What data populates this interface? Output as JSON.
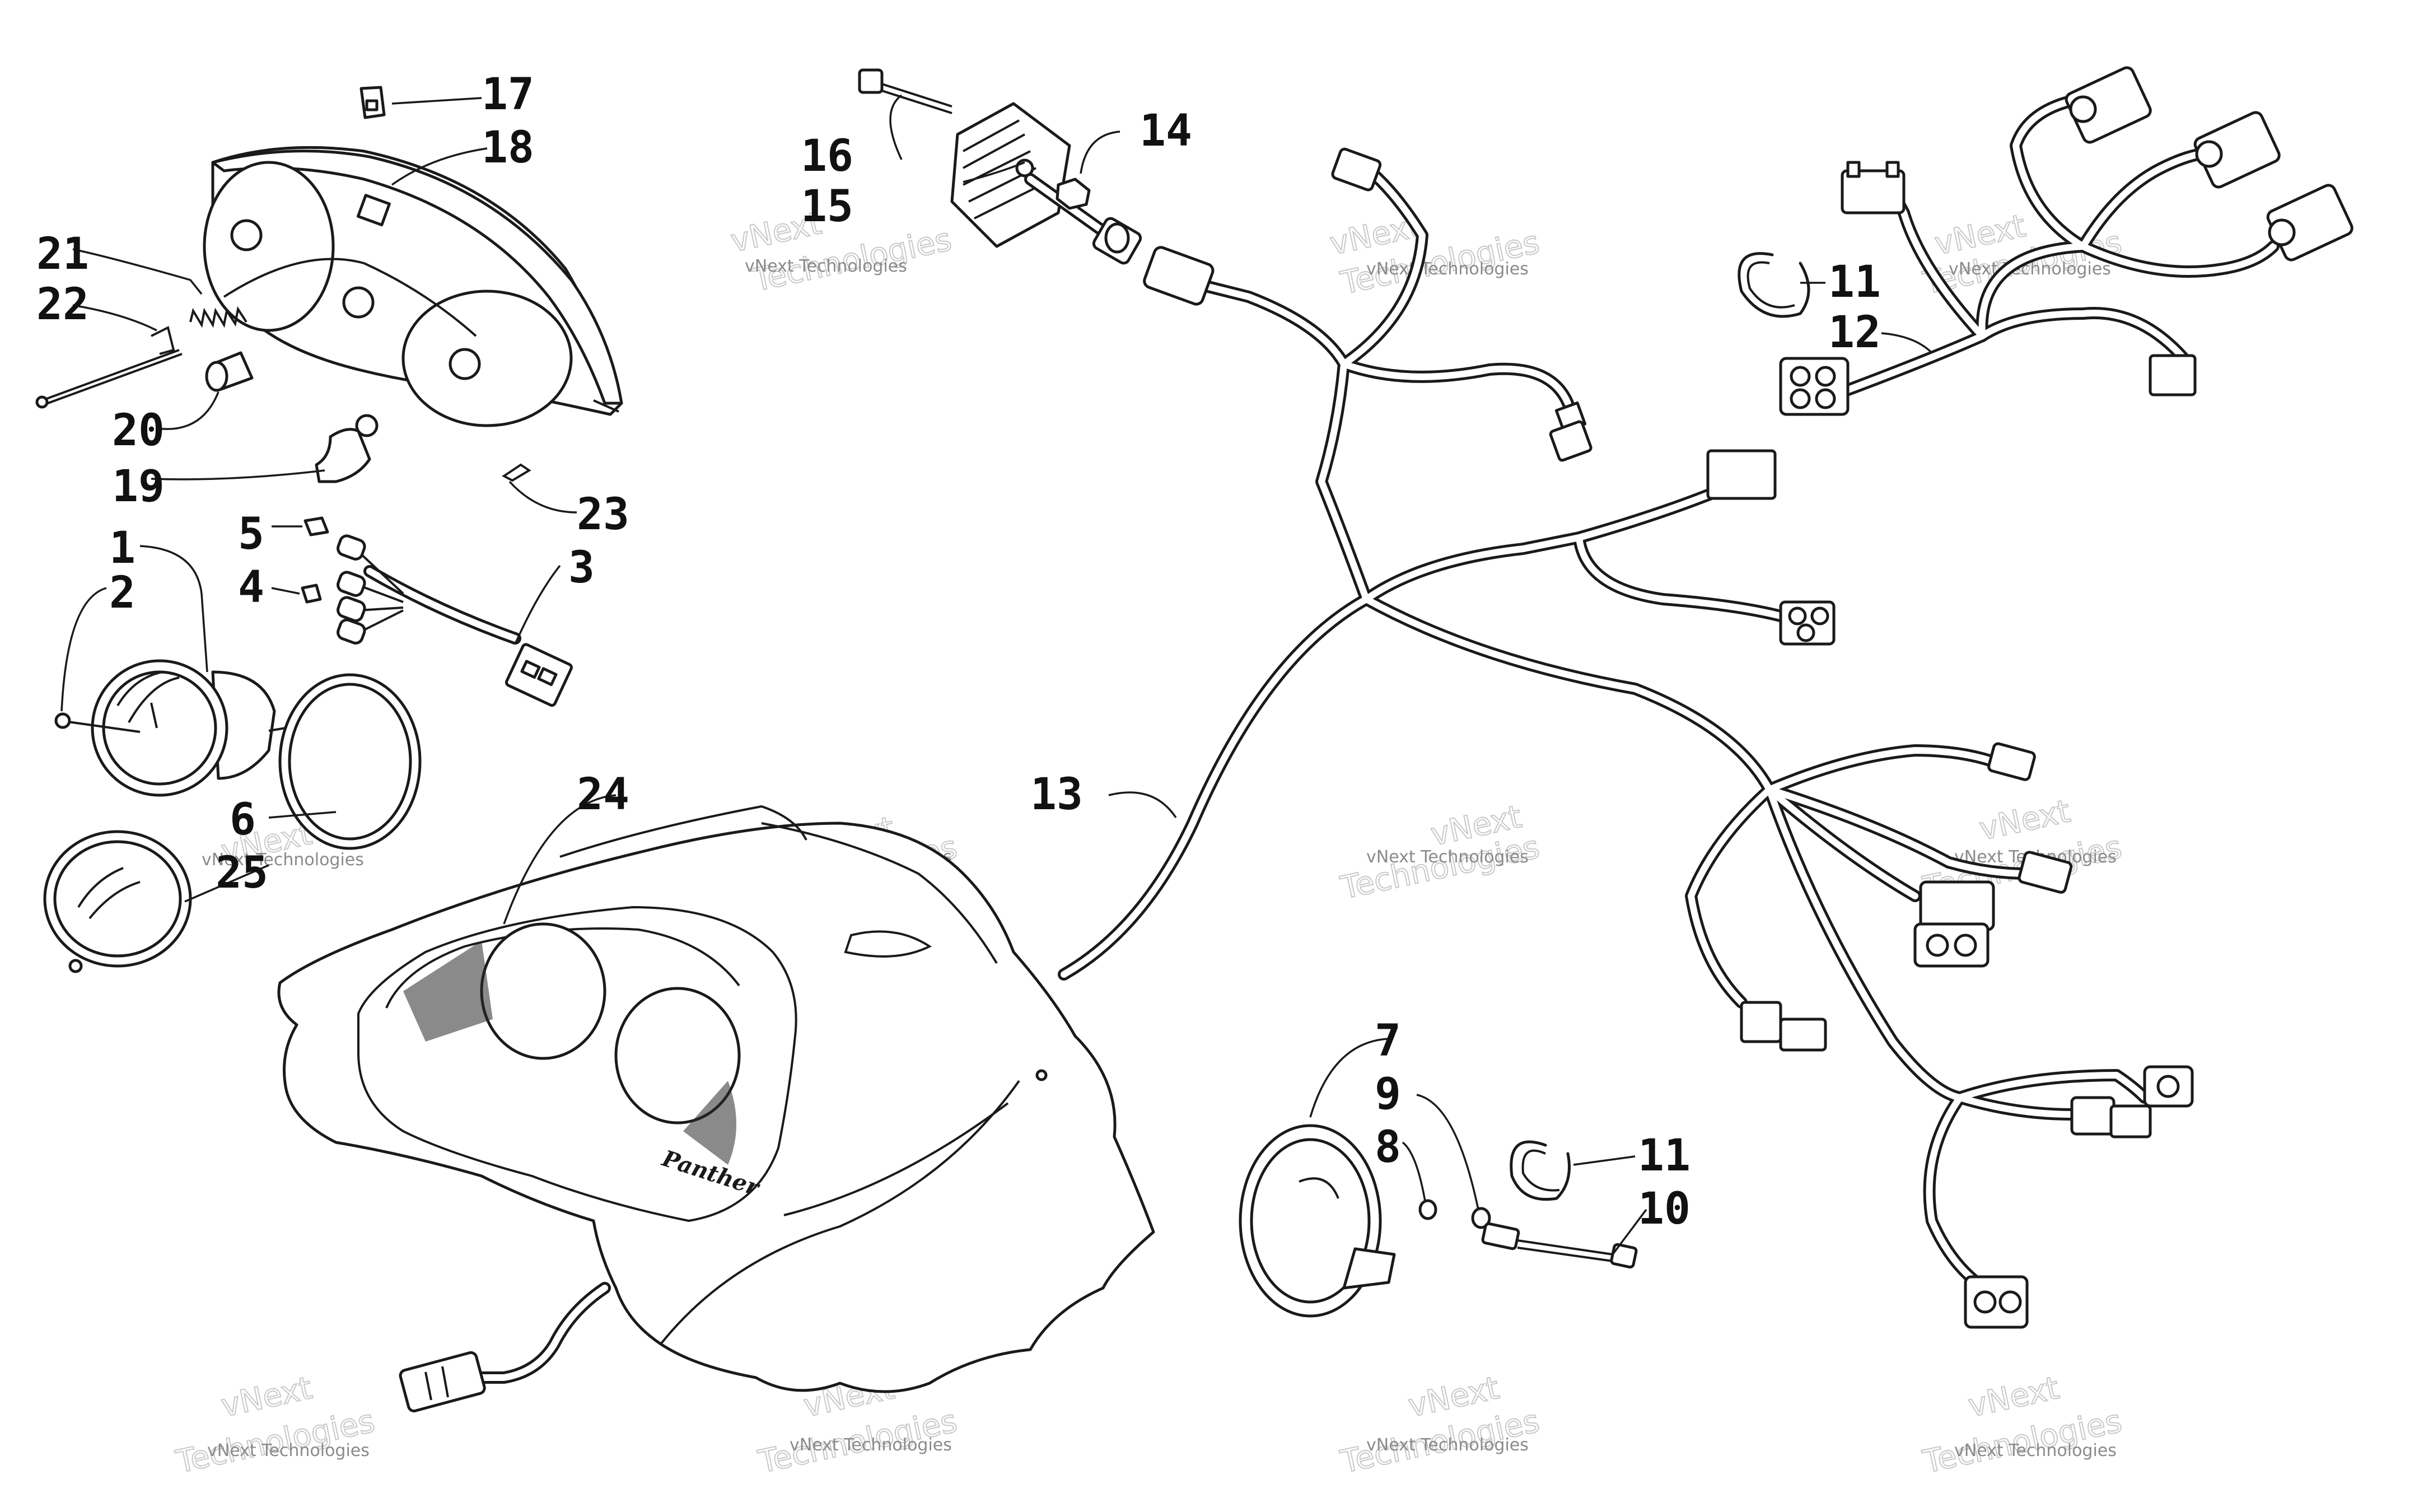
{
  "watermark": {
    "line_small": "vNext Technologies",
    "line_big_1": "vNext",
    "line_big_2": "Technologies"
  },
  "console_brand": "Panther",
  "callouts": {
    "c1": "1",
    "c2": "2",
    "c3": "3",
    "c4": "4",
    "c5": "5",
    "c6": "6",
    "c7": "7",
    "c8": "8",
    "c9": "9",
    "c10": "10",
    "c11a": "11",
    "c11b": "11",
    "c12": "12",
    "c13": "13",
    "c14": "14",
    "c15": "15",
    "c16": "16",
    "c17": "17",
    "c18": "18",
    "c19": "19",
    "c20": "20",
    "c21": "21",
    "c22": "22",
    "c23": "23",
    "c24": "24",
    "c25": "25"
  }
}
